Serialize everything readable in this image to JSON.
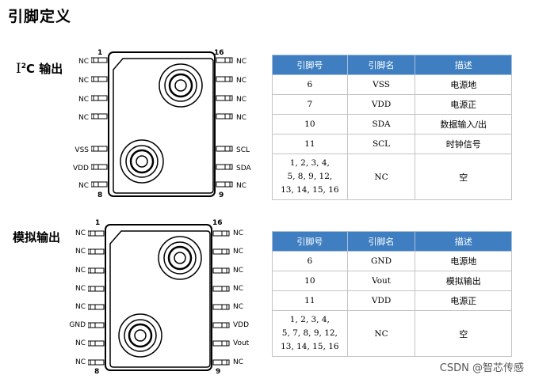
{
  "title": "引脚定义",
  "sections": [
    {
      "label_prefix": "I",
      "label_sup": "2",
      "label_suffix": "C 输出",
      "left_pins": [
        "NC",
        "NC",
        "NC",
        "NC",
        "VSS",
        "VDD",
        "NC"
      ],
      "right_pins": [
        "NC",
        "NC",
        "NC",
        "NC",
        "SCL",
        "SDA",
        "NC"
      ],
      "pin_numbers": {
        "top_left": "1",
        "top_right": "16",
        "bottom_left": "8",
        "bottom_right": "9"
      },
      "table": {
        "headers": [
          "引脚号",
          "引脚名",
          "描述"
        ],
        "rows": [
          {
            "no": "6",
            "name": "VSS",
            "desc": "电源地"
          },
          {
            "no": "7",
            "name": "VDD",
            "desc": "电源正"
          },
          {
            "no": "10",
            "name": "SDA",
            "desc": "数据输入/出"
          },
          {
            "no": "11",
            "name": "SCL",
            "desc": "时钟信号"
          },
          {
            "no_lines": [
              "1, 2, 3, 4,",
              "5, 8, 9, 12,",
              "13, 14, 15, 16"
            ],
            "name": "NC",
            "desc": "空"
          }
        ]
      }
    },
    {
      "label": "模拟输出",
      "left_pins": [
        "NC",
        "NC",
        "NC",
        "NC",
        "NC",
        "GND",
        "NC",
        "NC"
      ],
      "right_pins": [
        "NC",
        "NC",
        "NC",
        "NC",
        "NC",
        "VDD",
        "Vout",
        "NC"
      ],
      "pin_numbers": {
        "top_left": "1",
        "top_right": "16",
        "bottom_left": "8",
        "bottom_right": "9"
      },
      "table": {
        "headers": [
          "引脚号",
          "引脚名",
          "描述"
        ],
        "rows": [
          {
            "no": "6",
            "name": "GND",
            "desc": "电源地"
          },
          {
            "no": "10",
            "name": "Vout",
            "desc": "模拟输出"
          },
          {
            "no": "11",
            "name": "VDD",
            "desc": "电源正"
          },
          {
            "no_lines": [
              "1, 2, 3, 4,",
              "5, 7, 8, 9, 12,",
              "13, 14, 15, 16"
            ],
            "name": "NC",
            "desc": "空"
          }
        ]
      }
    }
  ],
  "watermark": "CSDN @智芯传感"
}
